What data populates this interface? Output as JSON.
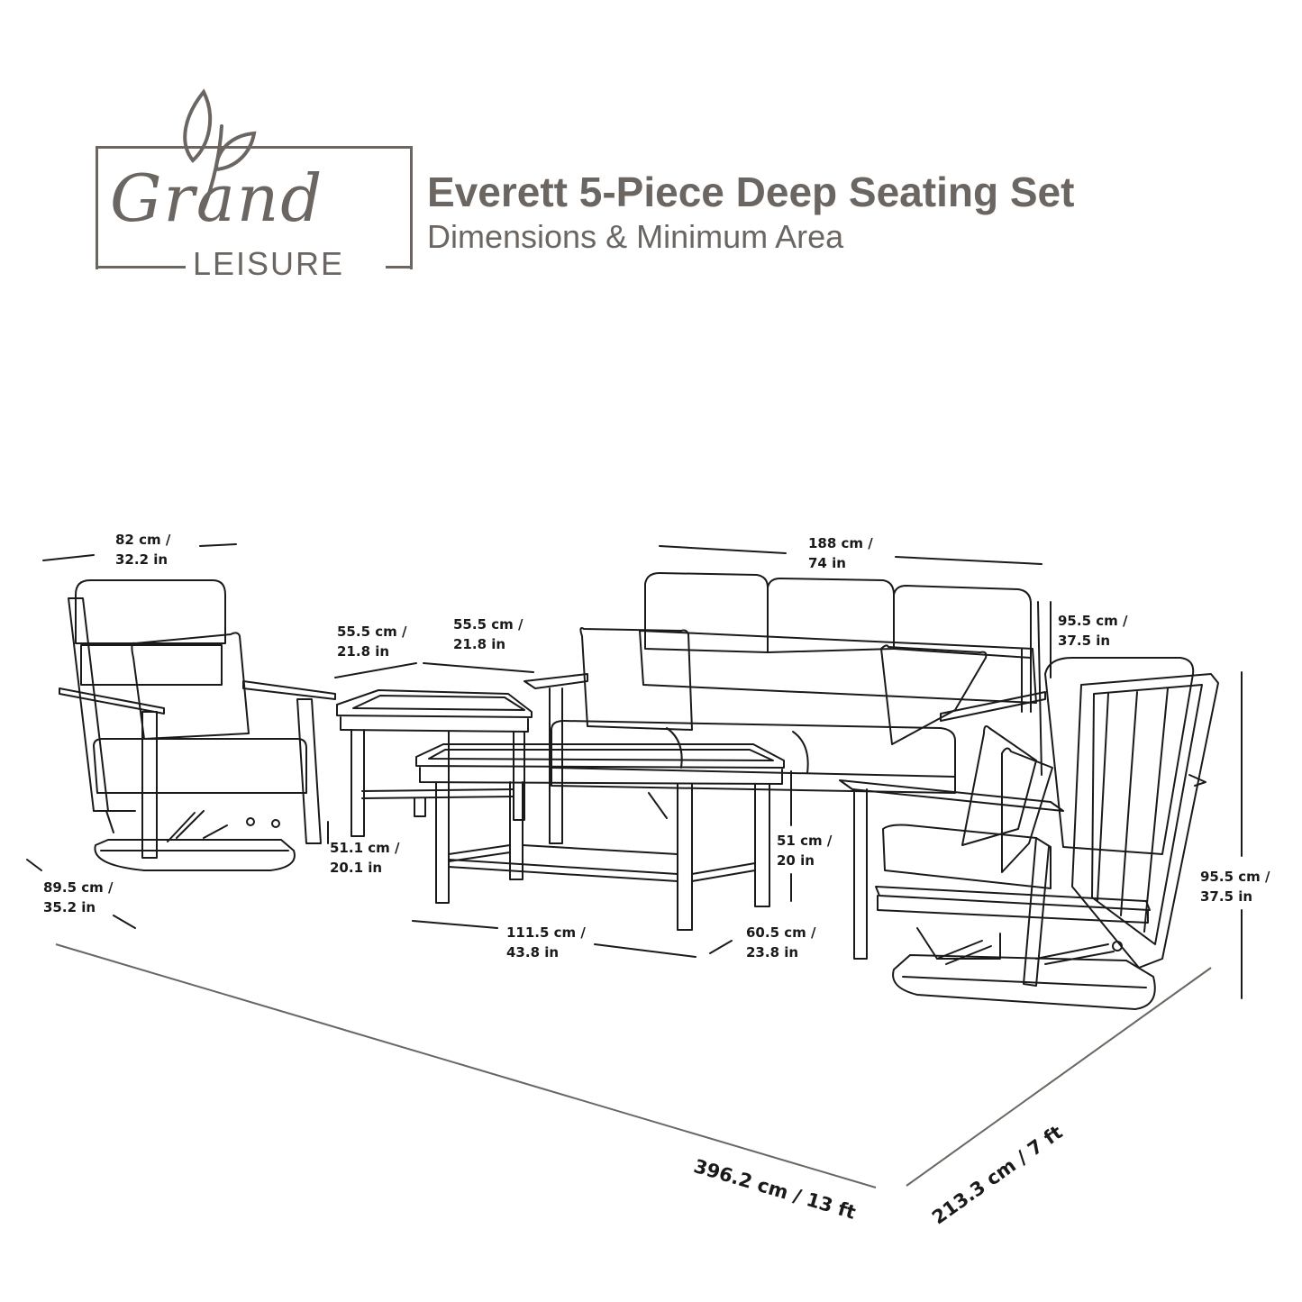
{
  "brand": {
    "script_name": "Grand",
    "word_mark": "LEISURE",
    "color": "#6b6661"
  },
  "header": {
    "title": "Everett 5-Piece Deep Seating Set",
    "subtitle": "Dimensions & Minimum Area"
  },
  "dimensions": {
    "swivel_chair_width": {
      "cm": "82 cm /",
      "in": "32.2 in"
    },
    "swivel_chair_depth": {
      "cm": "89.5 cm /",
      "in": "35.2 in"
    },
    "side_table_width": {
      "cm": "55.5 cm /",
      "in": "21.8 in"
    },
    "side_table_depth": {
      "cm": "55.5 cm /",
      "in": "21.8 in"
    },
    "side_table_height": {
      "cm": "51.1 cm /",
      "in": "20.1 in"
    },
    "sofa_width": {
      "cm": "188 cm /",
      "in": "74 in"
    },
    "sofa_height": {
      "cm": "95.5 cm /",
      "in": "37.5 in"
    },
    "coffee_table_length": {
      "cm": "111.5 cm /",
      "in": "43.8 in"
    },
    "coffee_table_depth": {
      "cm": "60.5 cm /",
      "in": "23.8 in"
    },
    "coffee_table_height": {
      "cm": "51 cm /",
      "in": "20 in"
    },
    "right_chair_height": {
      "cm": "95.5 cm /",
      "in": "37.5 in"
    }
  },
  "minimum_area": {
    "length": "396.2 cm / 13 ft",
    "width": "213.3 cm / 7 ft"
  },
  "line_color": "#1a1a1a",
  "area_line_color": "#6b6661"
}
